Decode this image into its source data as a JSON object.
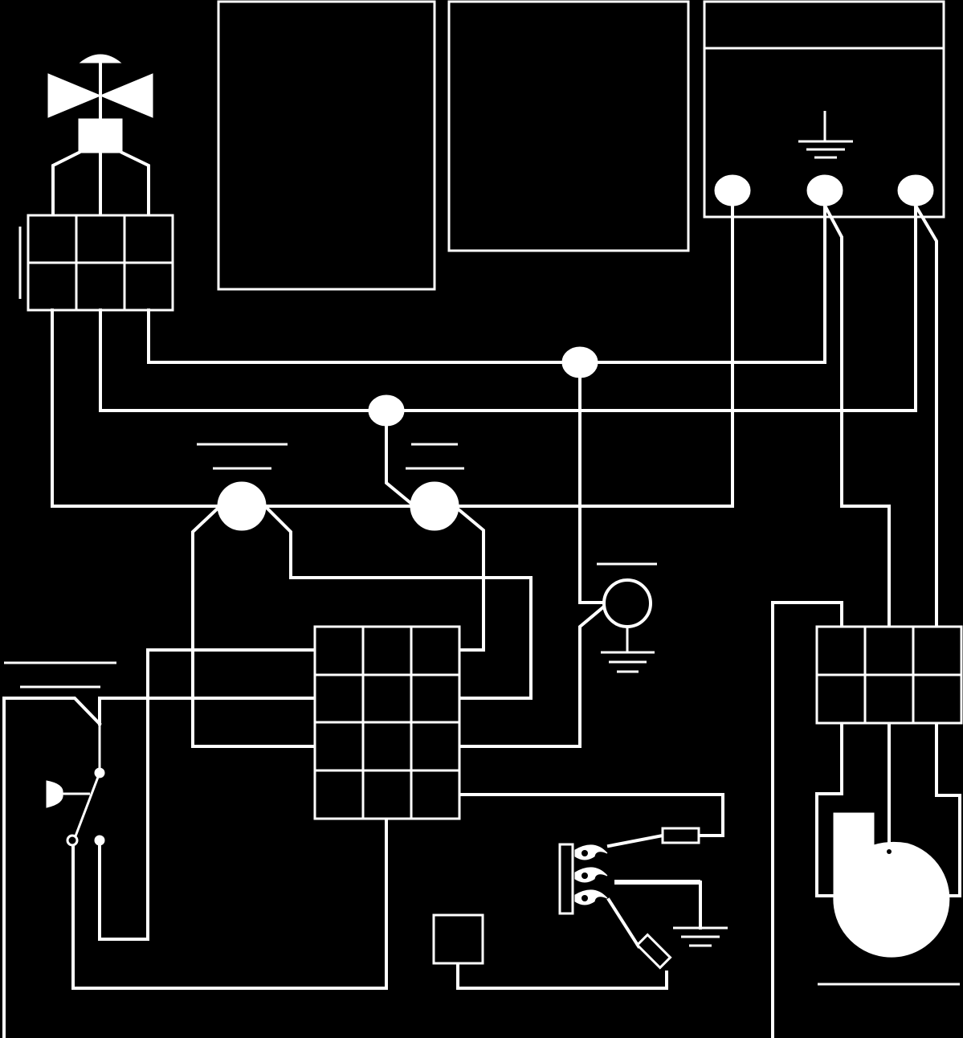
{
  "diagram": {
    "background_color": "#000000",
    "line_color": "#ffffff",
    "components": [
      {
        "id": "gas-valve",
        "icon": "valve-icon"
      },
      {
        "id": "valve-terminal-block",
        "icon": "terminal-block-icon",
        "grid": "3x2"
      },
      {
        "id": "control-board-left",
        "icon": "blank-panel"
      },
      {
        "id": "control-board-middle",
        "icon": "blank-panel"
      },
      {
        "id": "power-supply-panel",
        "icon": "power-panel"
      },
      {
        "id": "main-terminal-block",
        "icon": "terminal-block-icon",
        "grid": "3x4"
      },
      {
        "id": "pressure-switch",
        "icon": "switch-icon"
      },
      {
        "id": "flame-sensor",
        "icon": "sensor-icon"
      },
      {
        "id": "igniter-burner",
        "icon": "flame-icon"
      },
      {
        "id": "blower-motor",
        "icon": "blower-icon"
      },
      {
        "id": "motor-terminal-block",
        "icon": "terminal-block-icon",
        "grid": "3x2"
      },
      {
        "id": "limit-switch-box",
        "icon": "blank-box"
      }
    ],
    "ground_symbols": 4,
    "junction_dots": 8
  }
}
